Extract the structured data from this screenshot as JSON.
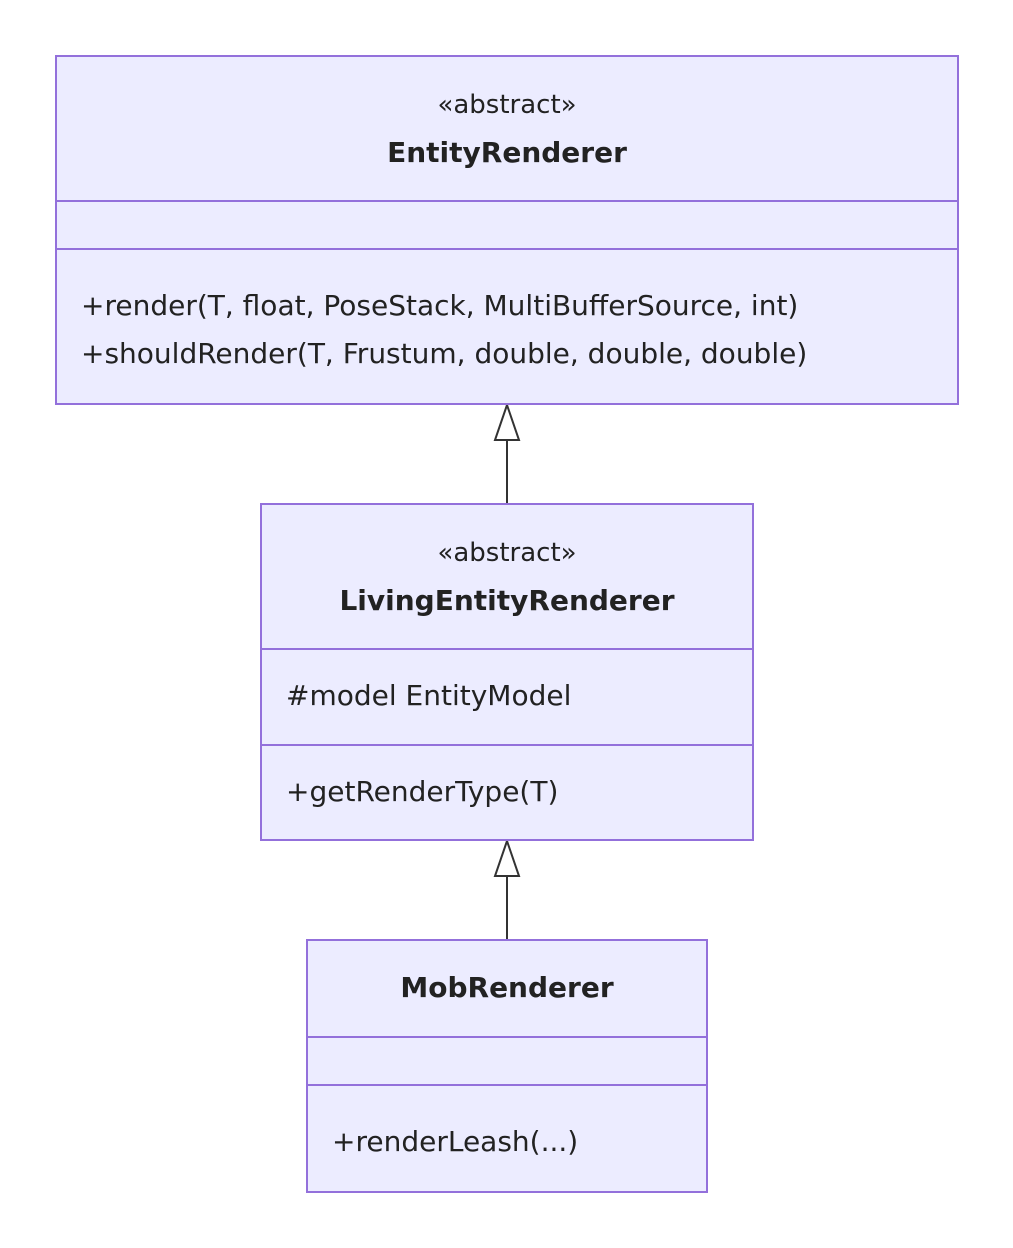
{
  "colors": {
    "box_fill": "#ececff",
    "box_stroke": "#9370db",
    "text": "#222222",
    "edge": "#333333"
  },
  "classes": [
    {
      "stereotype": "«abstract»",
      "name": "EntityRenderer",
      "attributes": [],
      "methods": [
        "+render(T, float, PoseStack, MultiBufferSource, int)",
        "+shouldRender(T, Frustum, double, double, double)"
      ]
    },
    {
      "stereotype": "«abstract»",
      "name": "LivingEntityRenderer",
      "attributes": [
        "#model EntityModel"
      ],
      "methods": [
        "+getRenderType(T)"
      ]
    },
    {
      "stereotype": "",
      "name": "MobRenderer",
      "attributes": [],
      "methods": [
        "+renderLeash(...)"
      ]
    }
  ],
  "relations": [
    {
      "type": "inheritance",
      "from": "LivingEntityRenderer",
      "to": "EntityRenderer"
    },
    {
      "type": "inheritance",
      "from": "MobRenderer",
      "to": "LivingEntityRenderer"
    }
  ]
}
